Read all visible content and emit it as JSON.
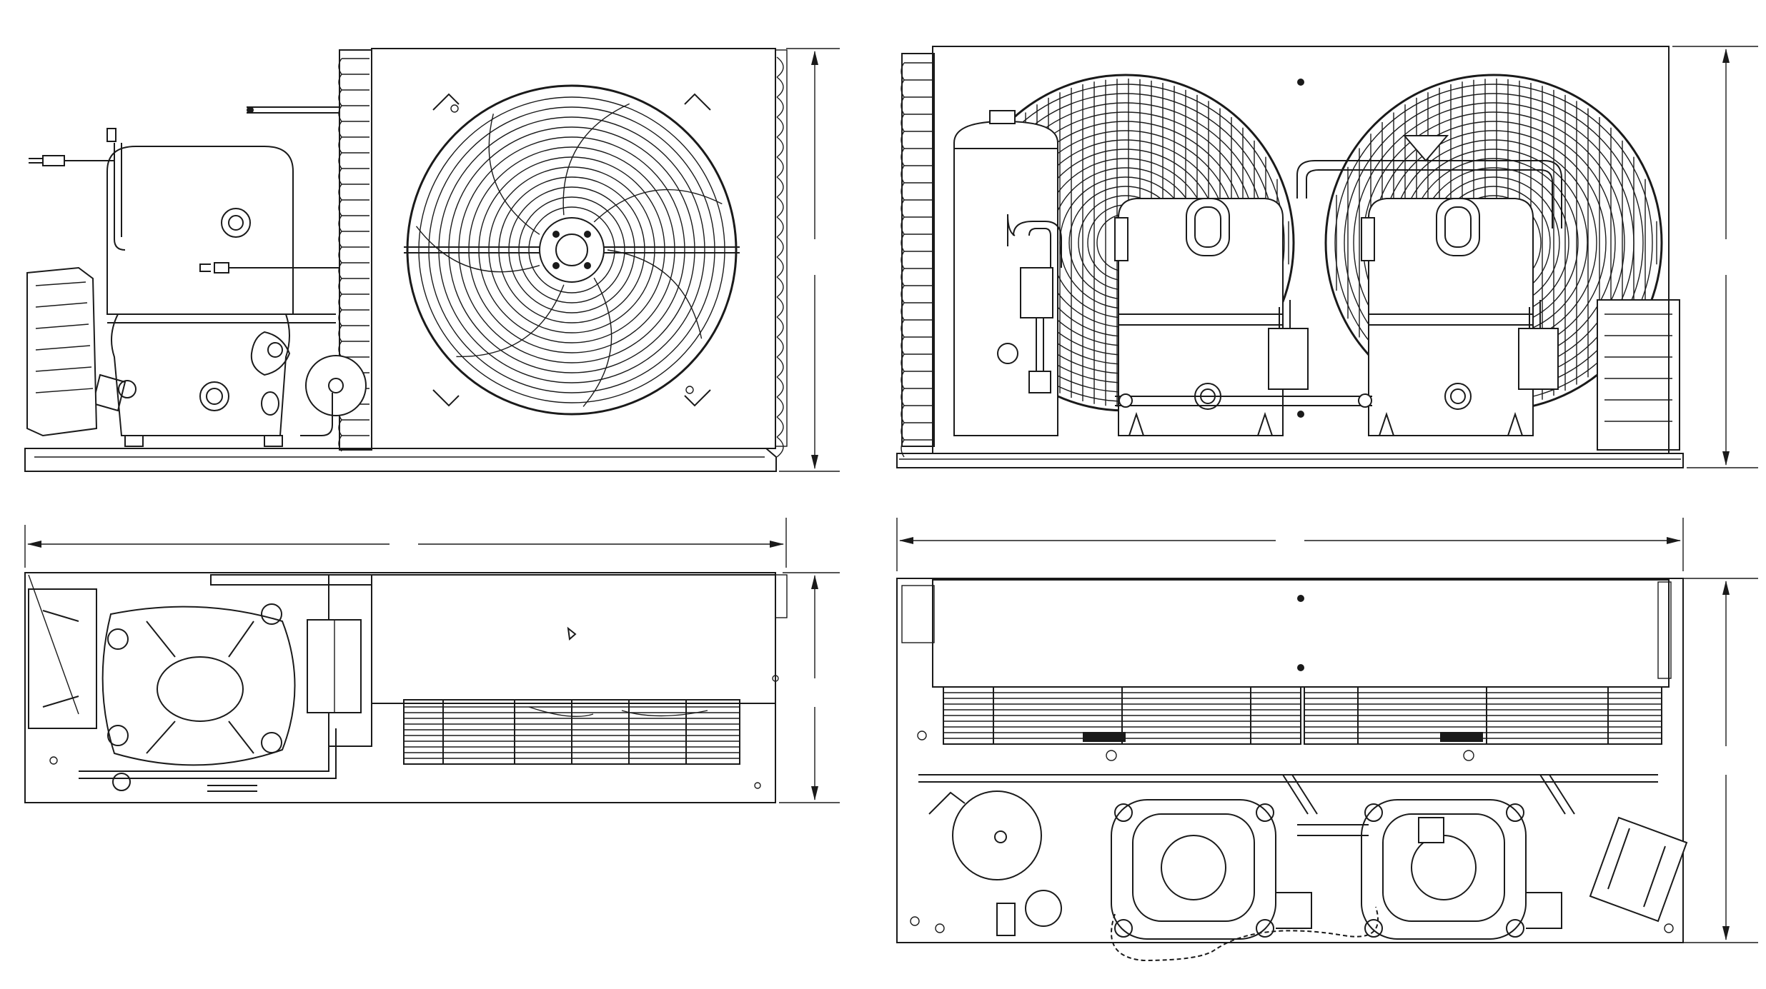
{
  "views": [
    {
      "id": "small-unit-front-elevation",
      "label": ""
    },
    {
      "id": "large-unit-front-elevation",
      "label": ""
    },
    {
      "id": "small-unit-top-plan",
      "label": ""
    },
    {
      "id": "large-unit-top-plan",
      "label": ""
    }
  ],
  "dimensions": [
    {
      "id": "small-unit-height",
      "value": ""
    },
    {
      "id": "large-unit-height",
      "value": ""
    },
    {
      "id": "small-unit-width",
      "value": ""
    },
    {
      "id": "large-unit-width",
      "value": ""
    },
    {
      "id": "small-unit-depth",
      "value": ""
    },
    {
      "id": "large-unit-depth",
      "value": ""
    }
  ],
  "colors": {
    "line": "#1a1a1a",
    "background": "#ffffff"
  }
}
